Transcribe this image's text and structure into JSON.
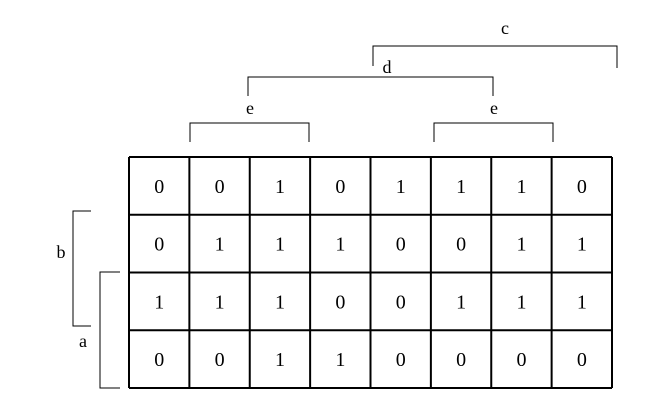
{
  "labels": {
    "a": "a",
    "b": "b",
    "c": "c",
    "d": "d",
    "e": "e"
  },
  "grid": [
    [
      "0",
      "0",
      "1",
      "0",
      "1",
      "1",
      "1",
      "0"
    ],
    [
      "0",
      "1",
      "1",
      "1",
      "0",
      "0",
      "1",
      "1"
    ],
    [
      "1",
      "1",
      "1",
      "0",
      "0",
      "1",
      "1",
      "1"
    ],
    [
      "0",
      "0",
      "1",
      "1",
      "0",
      "0",
      "0",
      "0"
    ]
  ],
  "colors": {
    "ink": "#000000",
    "background": "#ffffff"
  }
}
